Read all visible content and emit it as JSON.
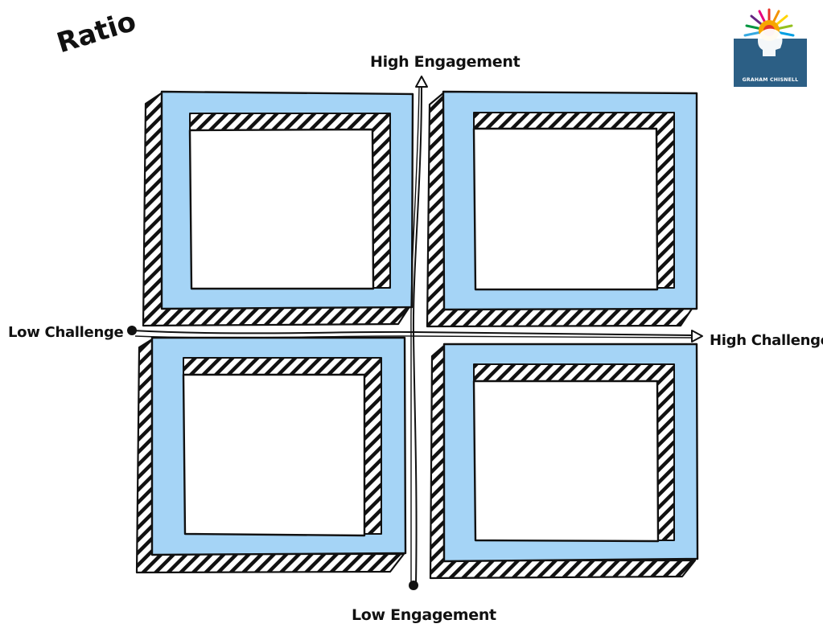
{
  "title": "Ratio",
  "axes": {
    "top": "High Engagement",
    "bottom": "Low Engagement",
    "left": "Low Challenge",
    "right": "High Challenge"
  },
  "logo": {
    "text": "GRAHAM CHISNELL"
  },
  "quadrants": [
    {
      "id": "top-left",
      "text": ""
    },
    {
      "id": "top-right",
      "text": ""
    },
    {
      "id": "bottom-left",
      "text": ""
    },
    {
      "id": "bottom-right",
      "text": ""
    }
  ],
  "colors": {
    "frame_fill": "#a5d4f6",
    "ink": "#111111",
    "logo_bg": "#2c5f85"
  }
}
